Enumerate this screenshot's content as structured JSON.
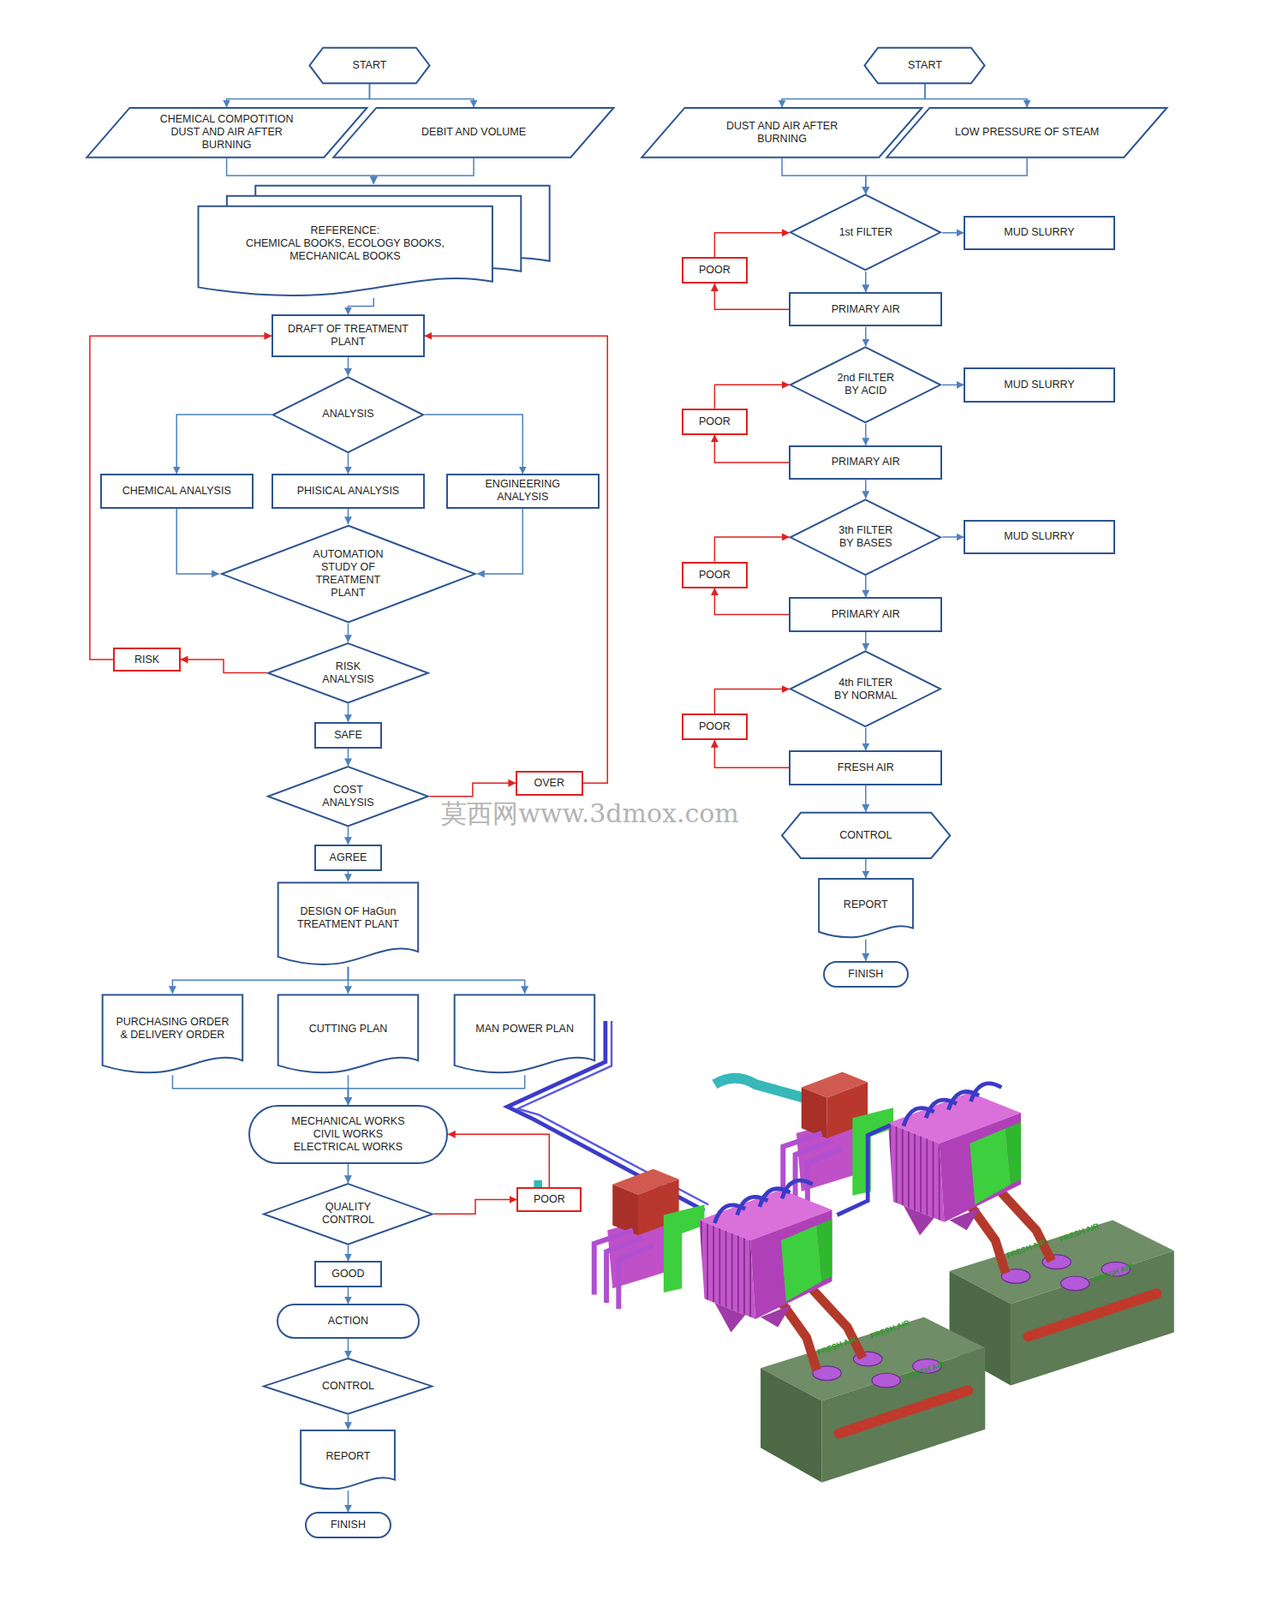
{
  "diagram": {
    "nodes": [
      {
        "text": [
          "START"
        ]
      },
      {
        "text": [
          "CHEMICAL COMPOTITION DUST AND AIR AFTER BURNING"
        ]
      },
      {
        "text": [
          "DEBIT AND VOLUME"
        ]
      },
      {
        "text": [
          "REFERENCE:",
          "CHEMICAL BOOKS, ECOLOGY BOOKS, MECHANICAL BOOKS"
        ]
      },
      {
        "text": [
          "DRAFT OF TREATMENT PLANT"
        ]
      },
      {
        "text": [
          "ANALYSIS"
        ]
      },
      {
        "text": [
          "CHEMICAL ANALYSIS"
        ]
      },
      {
        "text": [
          "PHISICAL ANALYSIS"
        ]
      },
      {
        "text": [
          "ENGINEERING ANALYSIS"
        ]
      },
      {
        "text": [
          "AUTOMATION STUDY OF TREATMENT PLANT"
        ]
      },
      {
        "text": [
          "RISK ANALYSIS"
        ]
      },
      {
        "text": [
          "RISK"
        ]
      },
      {
        "text": [
          "SAFE"
        ]
      },
      {
        "text": [
          "COST ANALYSIS"
        ]
      },
      {
        "text": [
          "OVER"
        ]
      },
      {
        "text": [
          "AGREE"
        ]
      },
      {
        "text": [
          "DESIGN OF HaGun TREATMENT PLANT"
        ]
      },
      {
        "text": [
          "PURCHASING ORDER & DELIVERY ORDER"
        ]
      },
      {
        "text": [
          "CUTTING PLAN"
        ]
      },
      {
        "text": [
          "MAN POWER PLAN"
        ]
      },
      {
        "text": [
          "MECHANICAL WORKS CIVIL WORKS ELECTRICAL WORKS"
        ]
      },
      {
        "text": [
          "QUALITY CONTROL"
        ]
      },
      {
        "text": [
          "POOR"
        ]
      },
      {
        "text": [
          "GOOD"
        ]
      },
      {
        "text": [
          "ACTION"
        ]
      },
      {
        "text": [
          "CONTROL"
        ]
      },
      {
        "text": [
          "REPORT"
        ]
      },
      {
        "text": [
          "FINISH"
        ]
      },
      {
        "text": [
          "START"
        ]
      },
      {
        "text": [
          "DUST AND AIR AFTER BURNING"
        ]
      },
      {
        "text": [
          "LOW PRESSURE OF STEAM"
        ]
      },
      {
        "text": [
          "1st FILTER"
        ]
      },
      {
        "text": [
          "MUD SLURRY"
        ]
      },
      {
        "text": [
          "POOR"
        ]
      },
      {
        "text": [
          "PRIMARY AIR"
        ]
      },
      {
        "text": [
          "2nd FILTER BY ACID"
        ]
      },
      {
        "text": [
          "MUD SLURRY"
        ]
      },
      {
        "text": [
          "POOR"
        ]
      },
      {
        "text": [
          "PRIMARY AIR"
        ]
      },
      {
        "text": [
          "3th FILTER BY BASES"
        ]
      },
      {
        "text": [
          "MUD SLURRY"
        ]
      },
      {
        "text": [
          "POOR"
        ]
      },
      {
        "text": [
          "PRIMARY AIR"
        ]
      },
      {
        "text": [
          "4th FILTER BY NORMAL"
        ]
      },
      {
        "text": [
          "POOR"
        ]
      },
      {
        "text": [
          "FRESH AIR"
        ]
      },
      {
        "text": [
          "CONTROL"
        ]
      },
      {
        "text": [
          "REPORT"
        ]
      },
      {
        "text": [
          "FINISH"
        ]
      }
    ],
    "edges": [
      {
        "from": 0,
        "to": 1,
        "arrow": "to"
      },
      {
        "from": 0,
        "to": 2,
        "arrow": "to"
      },
      {
        "from": 1,
        "to": 3,
        "arrow": "to"
      },
      {
        "from": 2,
        "to": 3,
        "arrow": "to"
      },
      {
        "from": 3,
        "to": 4,
        "arrow": "to"
      },
      {
        "from": 4,
        "to": 5,
        "arrow": "to"
      },
      {
        "from": 5,
        "to": 6,
        "arrow": "to"
      },
      {
        "from": 5,
        "to": 7,
        "arrow": "to"
      },
      {
        "from": 5,
        "to": 8,
        "arrow": "to"
      },
      {
        "from": 6,
        "to": 9,
        "arrow": "to"
      },
      {
        "from": 7,
        "to": 9,
        "arrow": "to"
      },
      {
        "from": 8,
        "to": 9,
        "arrow": "to"
      },
      {
        "from": 9,
        "to": 10,
        "arrow": "to"
      },
      {
        "from": 10,
        "to": 11,
        "arrow": "to"
      },
      {
        "from": 11,
        "to": 4,
        "arrow": "to"
      },
      {
        "from": 10,
        "to": 12,
        "arrow": "to"
      },
      {
        "from": 12,
        "to": 13,
        "arrow": "to"
      },
      {
        "from": 13,
        "to": 14,
        "arrow": "to"
      },
      {
        "from": 14,
        "to": 4,
        "arrow": "to"
      },
      {
        "from": 13,
        "to": 15,
        "arrow": "to"
      },
      {
        "from": 15,
        "to": 16,
        "arrow": "to"
      },
      {
        "from": 16,
        "to": 17,
        "arrow": "to"
      },
      {
        "from": 16,
        "to": 18,
        "arrow": "to"
      },
      {
        "from": 16,
        "to": 19,
        "arrow": "to"
      },
      {
        "from": 17,
        "to": 20,
        "arrow": "to"
      },
      {
        "from": 18,
        "to": 20,
        "arrow": "to"
      },
      {
        "from": 19,
        "to": 20,
        "arrow": "to"
      },
      {
        "from": 20,
        "to": 21,
        "arrow": "to"
      },
      {
        "from": 21,
        "to": 22,
        "arrow": "to"
      },
      {
        "from": 22,
        "to": 20,
        "arrow": "to"
      },
      {
        "from": 21,
        "to": 23,
        "arrow": "to"
      },
      {
        "from": 23,
        "to": 24,
        "arrow": "to"
      },
      {
        "from": 24,
        "to": 25,
        "arrow": "to"
      },
      {
        "from": 25,
        "to": 26,
        "arrow": "to"
      },
      {
        "from": 26,
        "to": 27,
        "arrow": "to"
      },
      {
        "from": 28,
        "to": 29,
        "arrow": "to"
      },
      {
        "from": 28,
        "to": 30,
        "arrow": "to"
      },
      {
        "from": 29,
        "to": 31,
        "arrow": "to"
      },
      {
        "from": 30,
        "to": 31,
        "arrow": "to"
      },
      {
        "from": 31,
        "to": 32,
        "arrow": "to"
      },
      {
        "from": 31,
        "to": 34,
        "arrow": "to"
      },
      {
        "from": 34,
        "to": 33,
        "arrow": "to"
      },
      {
        "from": 33,
        "to": 31,
        "arrow": "to"
      },
      {
        "from": 34,
        "to": 35,
        "arrow": "to"
      },
      {
        "from": 35,
        "to": 36,
        "arrow": "to"
      },
      {
        "from": 35,
        "to": 38,
        "arrow": "to"
      },
      {
        "from": 38,
        "to": 37,
        "arrow": "to"
      },
      {
        "from": 37,
        "to": 35,
        "arrow": "to"
      },
      {
        "from": 38,
        "to": 39,
        "arrow": "to"
      },
      {
        "from": 39,
        "to": 40,
        "arrow": "to"
      },
      {
        "from": 39,
        "to": 42,
        "arrow": "to"
      },
      {
        "from": 42,
        "to": 41,
        "arrow": "to"
      },
      {
        "from": 41,
        "to": 39,
        "arrow": "to"
      },
      {
        "from": 42,
        "to": 43,
        "arrow": "to"
      },
      {
        "from": 43,
        "to": 45,
        "arrow": "to"
      },
      {
        "from": 45,
        "to": 44,
        "arrow": "to"
      },
      {
        "from": 44,
        "to": 43,
        "arrow": "to"
      },
      {
        "from": 45,
        "to": 46,
        "arrow": "to"
      },
      {
        "from": 46,
        "to": 47,
        "arrow": "to"
      },
      {
        "from": 47,
        "to": 48,
        "arrow": "to"
      }
    ],
    "labels": [
      "莫西网www.3dmox.com",
      "FRESH AIR",
      "FRESH AIR",
      "FRESH AIR",
      "FRESH AIR",
      "FRESH AIR",
      "FRESH AIR"
    ]
  }
}
